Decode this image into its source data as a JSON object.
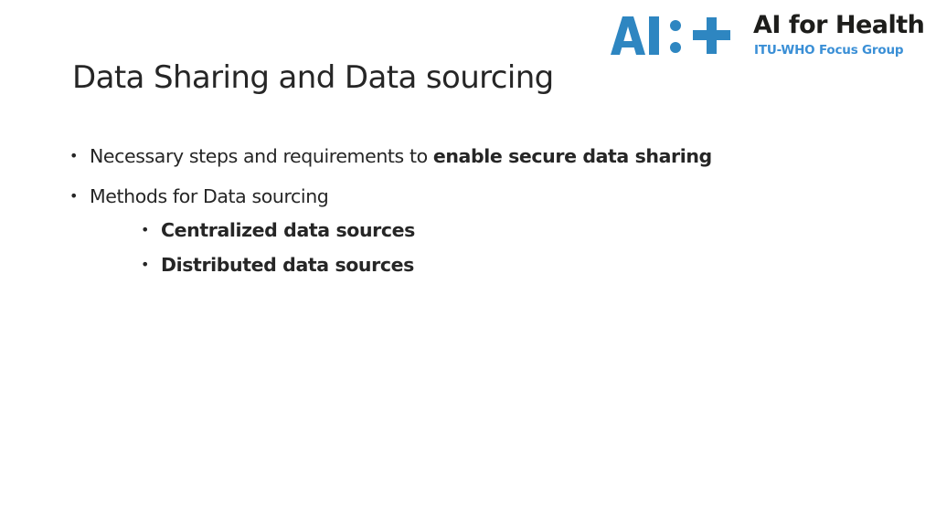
{
  "logo": {
    "mark_text": "AI:+",
    "brand_title": "AI for Health",
    "brand_subtitle": "ITU-WHO Focus Group",
    "colors": {
      "mark": "#2e86c1",
      "title": "#1d1d1b",
      "subtitle": "#3a8fd6"
    }
  },
  "slide": {
    "title": "Data Sharing and Data sourcing",
    "bullets": [
      {
        "level": 1,
        "text_plain": "Necessary steps and requirements to ",
        "text_bold": "enable secure data sharing"
      },
      {
        "level": 1,
        "text_plain": "Methods for Data sourcing",
        "text_bold": ""
      },
      {
        "level": 2,
        "text_plain": "",
        "text_bold": "Centralized data sources"
      },
      {
        "level": 2,
        "text_plain": "",
        "text_bold": "Distributed data sources"
      }
    ],
    "bullet_glyph": "•"
  }
}
